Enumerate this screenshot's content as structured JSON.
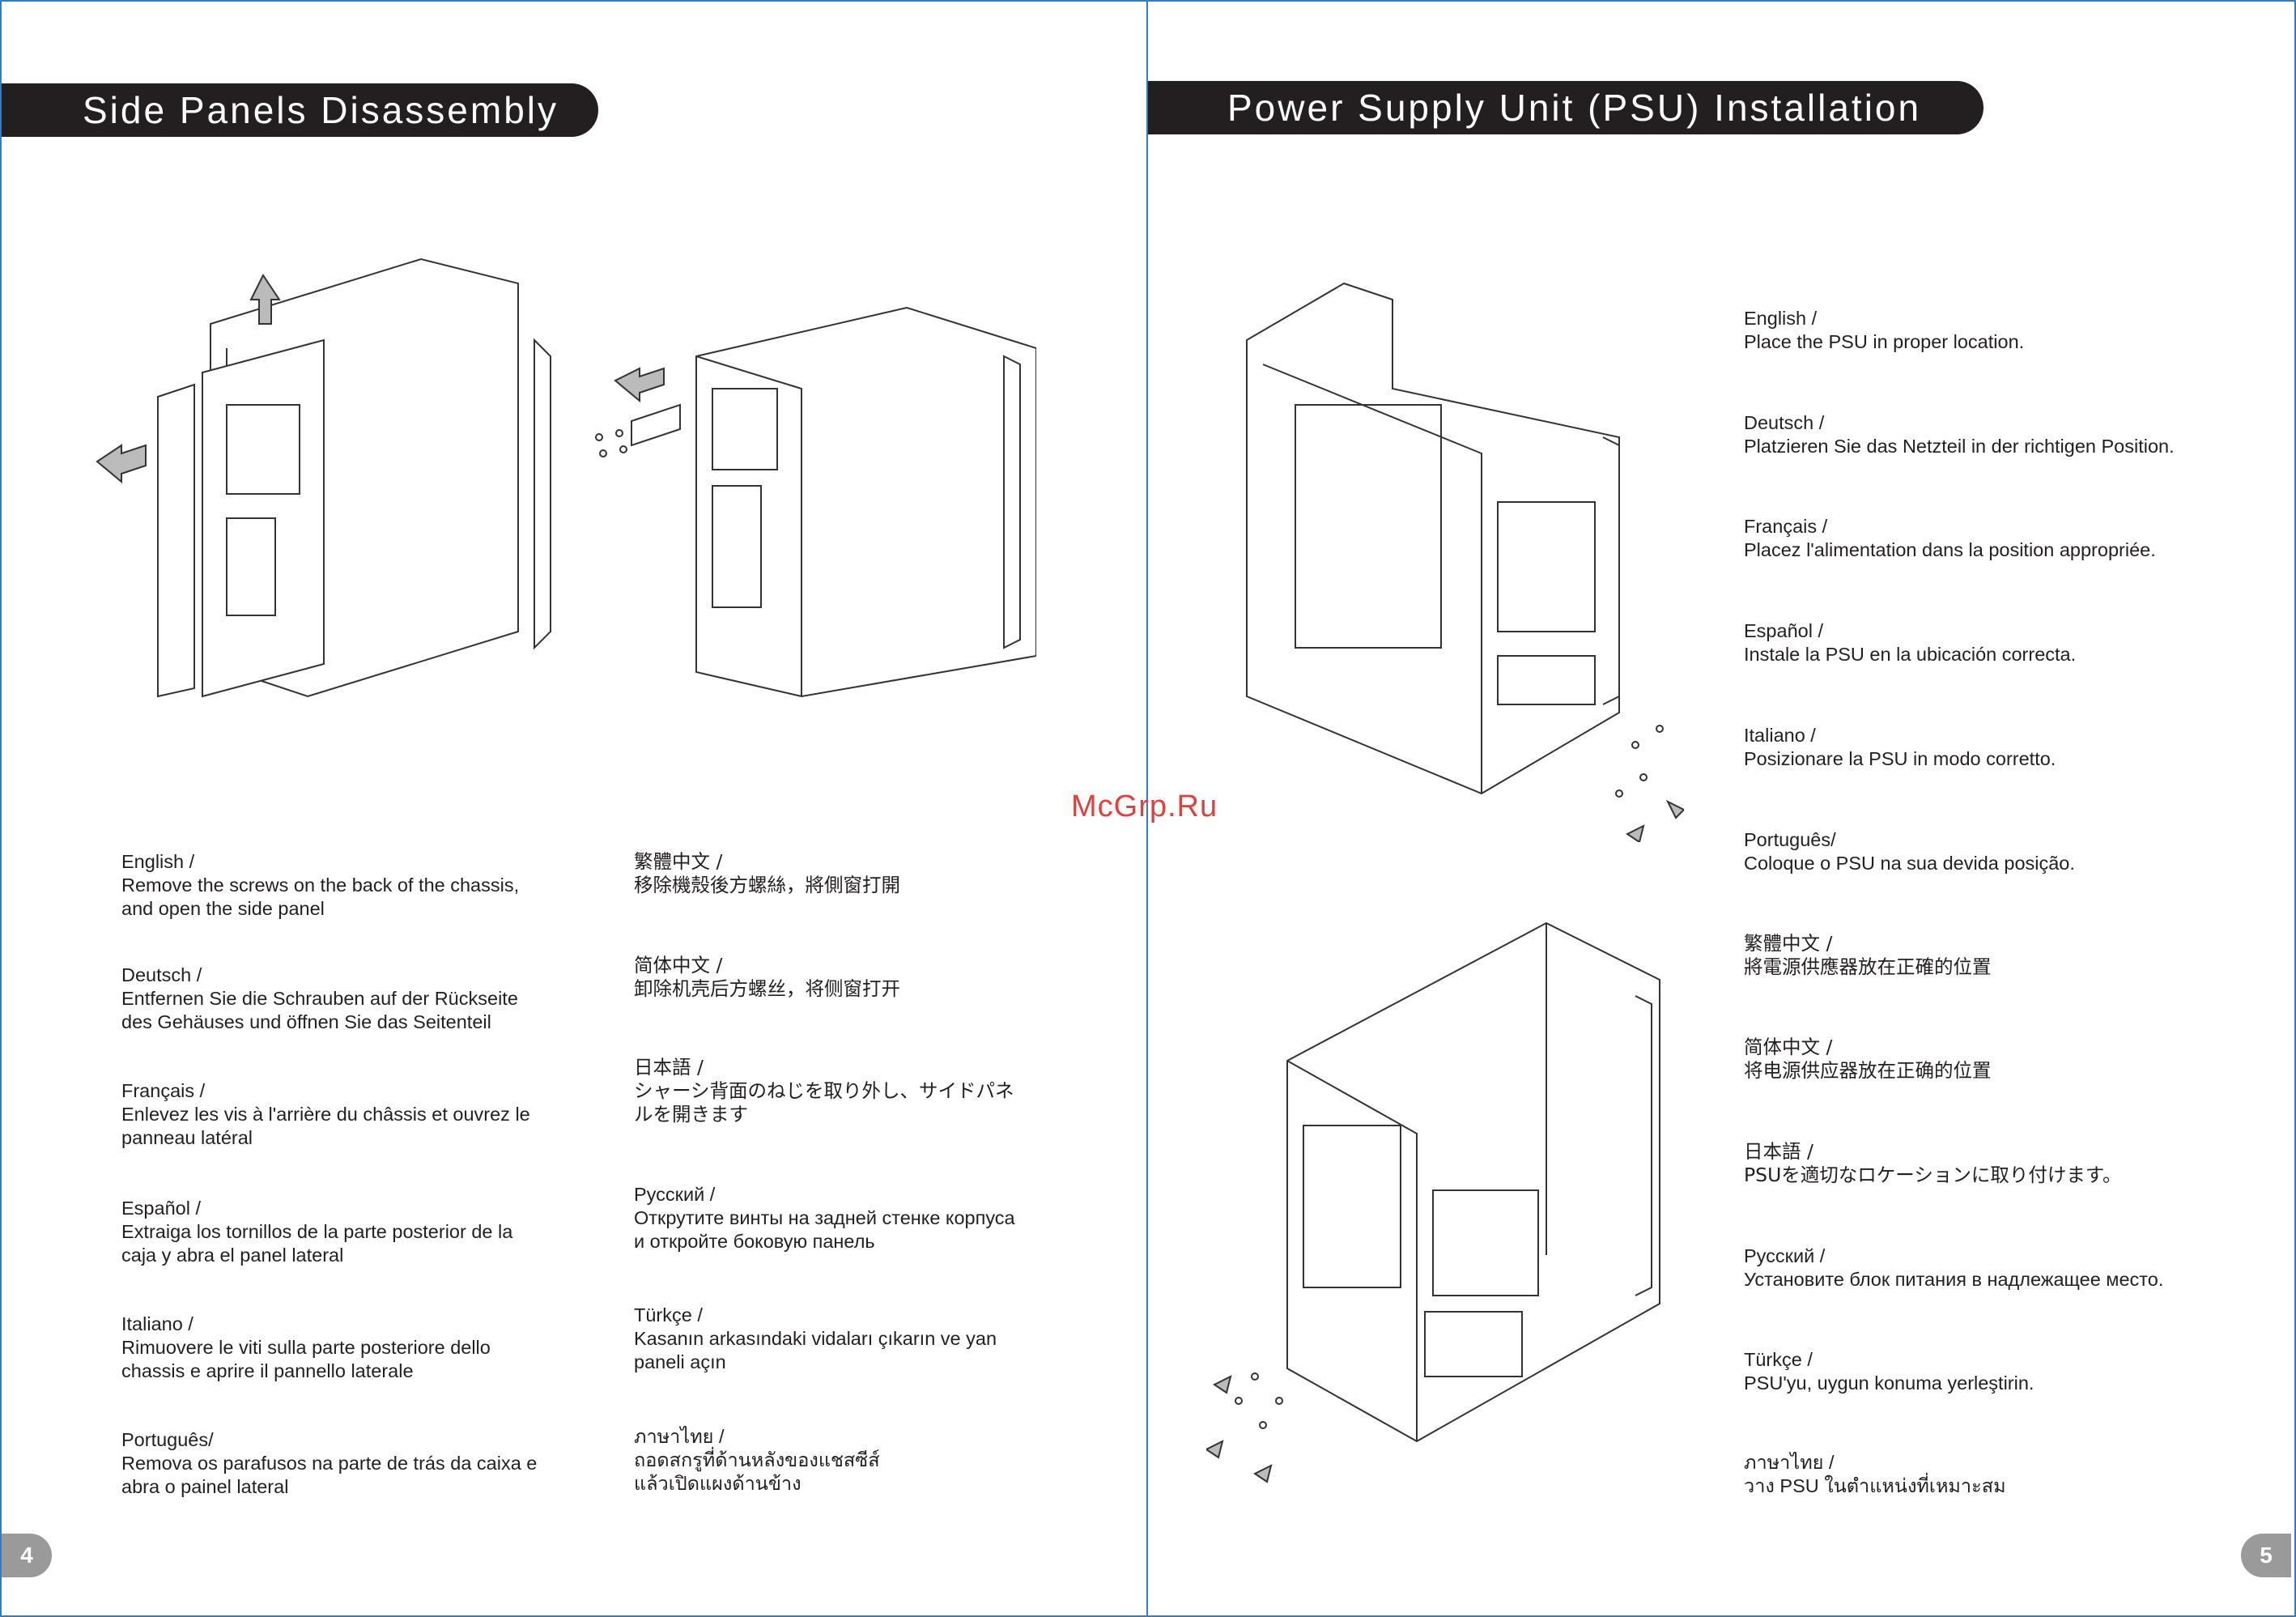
{
  "left_page": {
    "title": "Side Panels Disassembly",
    "page_number": "4",
    "instructions_col1": [
      {
        "lang": "English /",
        "text": "Remove the screws on the back of the chassis,\nand open the side panel"
      },
      {
        "lang": "Deutsch /",
        "text": "Entfernen Sie die Schrauben auf der Rückseite\ndes Gehäuses und öffnen Sie das Seitenteil"
      },
      {
        "lang": "Français /",
        "text": "Enlevez les vis à l'arrière du châssis et ouvrez le\npanneau latéral"
      },
      {
        "lang": "Español /",
        "text": "Extraiga los tornillos de la parte posterior de la\ncaja y abra el panel lateral"
      },
      {
        "lang": "Italiano /",
        "text": "Rimuovere le viti sulla parte posteriore dello\nchassis e aprire il pannello laterale"
      },
      {
        "lang": "Português/",
        "text": "Remova os parafusos na parte de trás da caixa e\nabra o painel lateral"
      }
    ],
    "instructions_col2": [
      {
        "lang": "繁體中文 /",
        "text": "移除機殼後方螺絲，將側窗打開"
      },
      {
        "lang": "简体中文 /",
        "text": "卸除机壳后方螺丝，将侧窗打开"
      },
      {
        "lang": "日本語 /",
        "text": "シャーシ背面のねじを取り外し、サイドパネ\nルを開きます"
      },
      {
        "lang": "Русский /",
        "text": "Открутите винты на задней стенке корпуса\nи откройте боковую панель"
      },
      {
        "lang": "Türkçe /",
        "text": "Kasanın arkasındaki vidaları çıkarın ve yan\npaneli açın"
      },
      {
        "lang": "ภาษาไทย /",
        "text": "ถอดสกรูที่ด้านหลังของแชสซีส์\nแล้วเปิดแผงด้านข้าง"
      }
    ]
  },
  "right_page": {
    "title": "Power Supply Unit (PSU) Installation",
    "page_number": "5",
    "instructions": [
      {
        "lang": "English /",
        "text": "Place the PSU in proper location."
      },
      {
        "lang": "Deutsch /",
        "text": "Platzieren Sie das Netzteil in der richtigen Position."
      },
      {
        "lang": "Français /",
        "text": "Placez l'alimentation dans la position appropriée."
      },
      {
        "lang": "Español /",
        "text": "Instale la PSU en la ubicación correcta."
      },
      {
        "lang": "Italiano /",
        "text": "Posizionare la PSU in modo corretto."
      },
      {
        "lang": "Português/",
        "text": "Coloque o PSU na sua devida posição."
      },
      {
        "lang": "繁體中文 /",
        "text": "將電源供應器放在正確的位置"
      },
      {
        "lang": "简体中文 /",
        "text": "将电源供应器放在正确的位置"
      },
      {
        "lang": "日本語 /",
        "text": "PSUを適切なロケーションに取り付けます。"
      },
      {
        "lang": "Русский /",
        "text": "Установите блок питания в надлежащее место."
      },
      {
        "lang": "Türkçe /",
        "text": "PSU'yu, uygun konuma yerleştirin."
      },
      {
        "lang": "ภาษาไทย /",
        "text": "วาง PSU ในตำแหน่งที่เหมาะสม"
      }
    ]
  },
  "watermark": "McGrp.Ru",
  "colors": {
    "title_bg": "#231f20",
    "border": "#2e7fc1",
    "page_num_bg": "#9a9a9a",
    "watermark": "#e0413d"
  },
  "illustrations": [
    "chassis-side-panel-removal",
    "chassis-rear-screws",
    "psu-installation-rear",
    "psu-installation-front"
  ]
}
